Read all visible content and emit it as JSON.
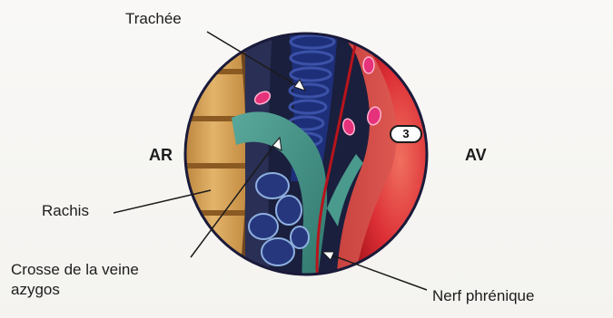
{
  "labels": {
    "trachee": "Trachée",
    "ar": "AR",
    "av": "AV",
    "rachis": "Rachis",
    "crosse_line1": "Crosse de la veine",
    "crosse_line2": "azygos",
    "nerf": "Nerf phrénique"
  },
  "badge": {
    "number": "3"
  },
  "colors": {
    "heart_red": "#d8262f",
    "trachea_blue": "#1e2f7a",
    "azygos_teal": "#3d8a80",
    "spine_tan": "#d9a55a",
    "nerve_red": "#b8141c",
    "outline": "#1a1a3a"
  }
}
